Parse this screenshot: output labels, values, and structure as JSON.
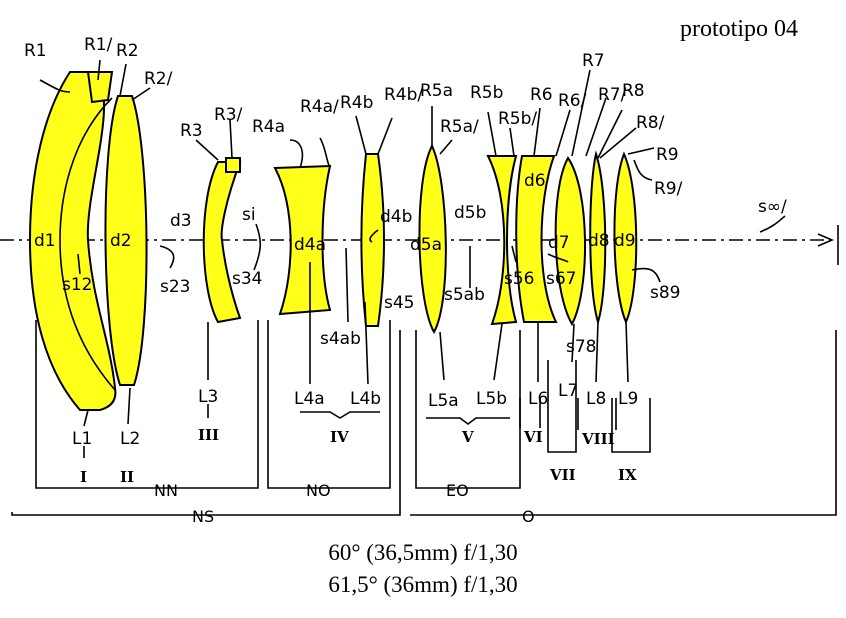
{
  "prototype_label": "prototipo 04",
  "captions": [
    "60° (36,5mm) f/1,30",
    "61,5° (36mm) f/1,30"
  ],
  "colors": {
    "lens_fill": "#ffff1a",
    "line": "#000000"
  },
  "radius_labels": [
    "R1",
    "R1/",
    "R2",
    "R2/",
    "R3",
    "R3/",
    "R4a",
    "R4a/",
    "R4b",
    "R4b/",
    "R5a",
    "R5a/",
    "R5b",
    "R5b/",
    "R6",
    "R6/",
    "R7",
    "R7/",
    "R8",
    "R8/",
    "R9",
    "R9/"
  ],
  "thickness_labels": [
    "d1",
    "d2",
    "d3",
    "d4a",
    "d4b",
    "d5a",
    "d5b",
    "d6",
    "d7",
    "d8",
    "d9"
  ],
  "spacing_labels": [
    "s12",
    "s23",
    "si",
    "s34",
    "s4ab",
    "s45",
    "s5ab",
    "s56",
    "s67",
    "s78",
    "s89",
    "s∞/"
  ],
  "lens_labels": [
    "L1",
    "L2",
    "L3",
    "L4a",
    "L4b",
    "L5a",
    "L5b",
    "L6",
    "L7",
    "L8",
    "L9"
  ],
  "group_roman": [
    "I",
    "II",
    "III",
    "IV",
    "V",
    "VI",
    "VII",
    "VIII",
    "IX"
  ],
  "group_names": {
    "nn": "NN",
    "no": "NO",
    "eo": "EO",
    "ns": "NS",
    "o": "O"
  }
}
